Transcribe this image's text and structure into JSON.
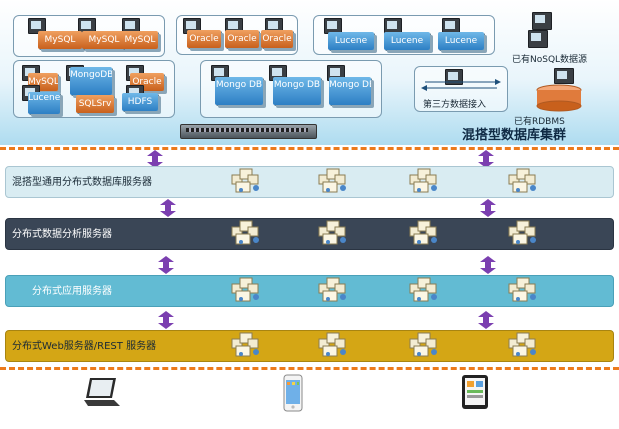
{
  "cluster": {
    "title": "混搭型数据库集群",
    "nosql_label": "已有NoSQL数据源",
    "rdbms_label": "已有RDBMS",
    "third_party_label": "第三方数据接入",
    "servers_top_left": [
      "MySQL",
      "MySQL",
      "MySQL"
    ],
    "servers_oracle": [
      "Oracle",
      "Oracle",
      "Oracle"
    ],
    "servers_lucene": [
      "Lucene",
      "Lucene",
      "Lucene"
    ],
    "servers_mixed": [
      "MySQL",
      "MongoDB",
      "Oracle",
      "Lucene",
      "SQLSrv",
      "HDFS"
    ],
    "servers_mongo": [
      "Mongo DB",
      "Mongo DB",
      "Mongo DB"
    ]
  },
  "tiers": [
    {
      "label": "混搭型通用分布式数据库服务器"
    },
    {
      "label": "分布式数据分析服务器"
    },
    {
      "label": "分布式应用服务器"
    },
    {
      "label": "分布式Web服务器/REST 服务器"
    }
  ],
  "colors": {
    "tier_bg": [
      "#d9ecf2",
      "#3a4656",
      "#62bbd3",
      "#d4a615"
    ],
    "tier_text": [
      "#1a2a36",
      "#ffffff",
      "#ffffff",
      "#1a2a36"
    ],
    "arrow": "#7b3fb0",
    "dash": "#ec7a1c"
  },
  "clients": [
    "laptop-icon",
    "smartphone-icon",
    "tablet-icon"
  ]
}
